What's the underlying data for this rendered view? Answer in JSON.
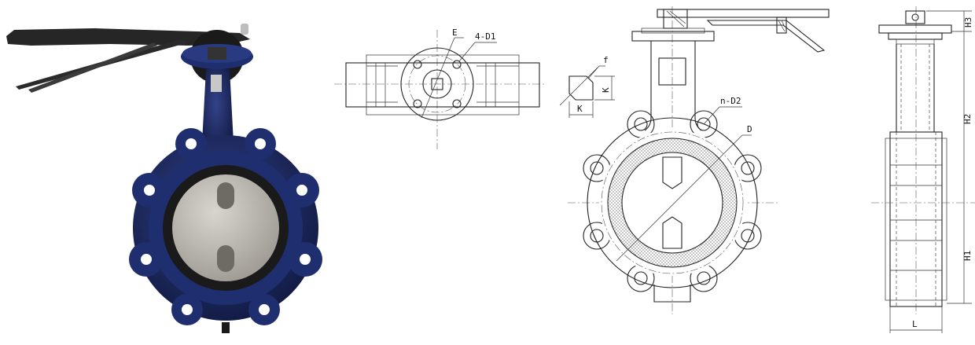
{
  "labels": {
    "top_E": "E",
    "top_4D1": "4-D1",
    "f": "f",
    "k_vert": "K",
    "k_horz": "K",
    "nD2": "n-D2",
    "D": "D",
    "H3": "H3",
    "H2": "H2",
    "H1": "H1",
    "L": "L"
  },
  "colors": {
    "body_blue": "#1f2e6e",
    "body_blue_dark": "#131c46",
    "seat_black": "#1a1a1a",
    "disc_silver": "#b9b5ae",
    "lever_dark": "#262626",
    "seat_hatch": "#8a8a8a"
  }
}
